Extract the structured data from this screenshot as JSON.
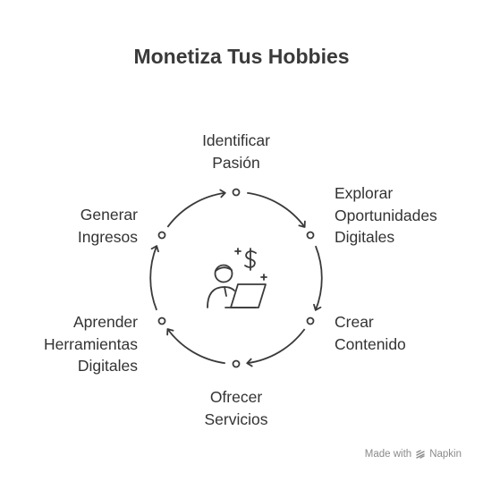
{
  "title": "Monetiza Tus Hobbies",
  "steps": [
    {
      "lines": [
        "Identificar",
        "Pasión"
      ]
    },
    {
      "lines": [
        "Explorar",
        "Oportunidades",
        "Digitales"
      ]
    },
    {
      "lines": [
        "Crear",
        "Contenido"
      ]
    },
    {
      "lines": [
        "Ofrecer",
        "Servicios"
      ]
    },
    {
      "lines": [
        "Aprender",
        "Herramientas",
        "Digitales"
      ]
    },
    {
      "lines": [
        "Generar",
        "Ingresos"
      ]
    }
  ],
  "center_icon": "person-laptop-money-icon",
  "footer": {
    "made_with": "Made with",
    "brand": "Napkin"
  },
  "colors": {
    "stroke": "#3a3a3a",
    "text": "#333333",
    "footer": "#8a8a8a",
    "background": "#ffffff"
  }
}
